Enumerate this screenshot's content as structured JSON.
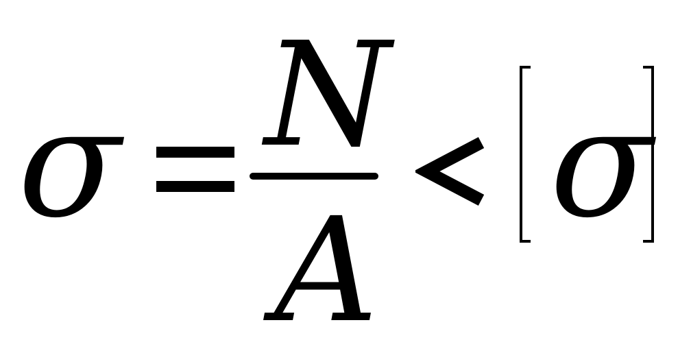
{
  "formula": {
    "lhs_symbol": "σ",
    "equals": "=",
    "numerator": "N",
    "denominator": "A",
    "relation": "<",
    "rhs_open_bracket": "[",
    "rhs_symbol": "σ",
    "rhs_close_bracket": "]"
  },
  "colors": {
    "foreground": "#000000",
    "background": "#ffffff"
  }
}
